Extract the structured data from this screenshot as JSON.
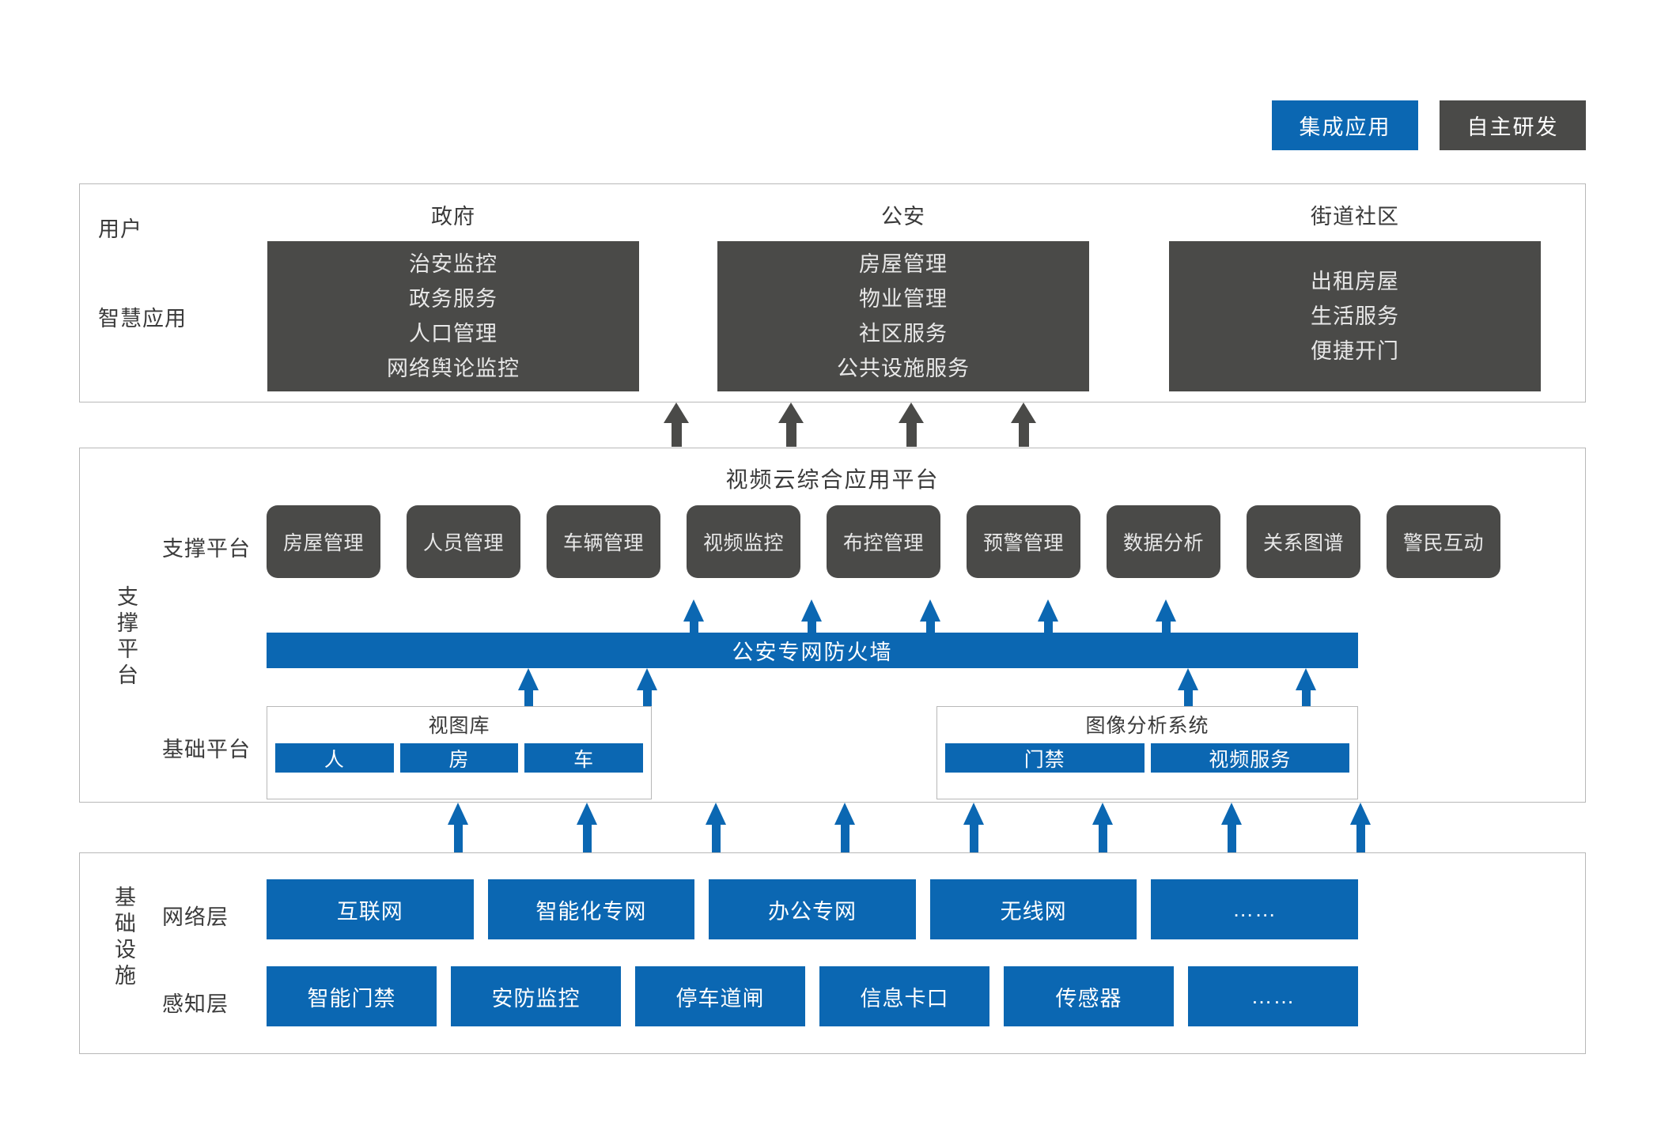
{
  "legend": {
    "items": [
      {
        "label": "集成应用",
        "color": "#0b67b2",
        "style": "blue"
      },
      {
        "label": "自主研发",
        "color": "#4a4a48",
        "style": "dark"
      }
    ]
  },
  "applications": {
    "row_labels": {
      "user": "用户",
      "smart_app": "智慧应用"
    },
    "columns": [
      {
        "title": "政府",
        "items": [
          "治安监控",
          "政务服务",
          "人口管理",
          "网络舆论监控"
        ]
      },
      {
        "title": "公安",
        "items": [
          "房屋管理",
          "物业管理",
          "社区服务",
          "公共设施服务"
        ]
      },
      {
        "title": "街道社区",
        "items": [
          "出租房屋",
          "生活服务",
          "便捷开门"
        ]
      }
    ]
  },
  "platform": {
    "title": "视频云综合应用平台",
    "side_label": "支撑平台",
    "row_labels": {
      "support": "支撑平台",
      "base": "基础平台"
    },
    "support_items": [
      "房屋管理",
      "人员管理",
      "车辆管理",
      "视频监控",
      "布控管理",
      "预警管理",
      "数据分析",
      "关系图谱",
      "警民互动"
    ],
    "firewall": "公安专网防火墙",
    "base_groups": [
      {
        "title": "视图库",
        "items": [
          "人",
          "房",
          "车"
        ]
      },
      {
        "title": "图像分析系统",
        "items": [
          "门禁",
          "视频服务"
        ]
      }
    ]
  },
  "infrastructure": {
    "side_label": "基础设施",
    "row_labels": {
      "network": "网络层",
      "perception": "感知层"
    },
    "network_items": [
      "互联网",
      "智能化专网",
      "办公专网",
      "无线网",
      "……"
    ],
    "perception_items": [
      "智能门禁",
      "安防监控",
      "停车道闸",
      "信息卡口",
      "传感器",
      "……"
    ]
  },
  "colors": {
    "blue": "#0b67b2",
    "dark": "#4a4a48",
    "border": "#b8b8b8"
  }
}
